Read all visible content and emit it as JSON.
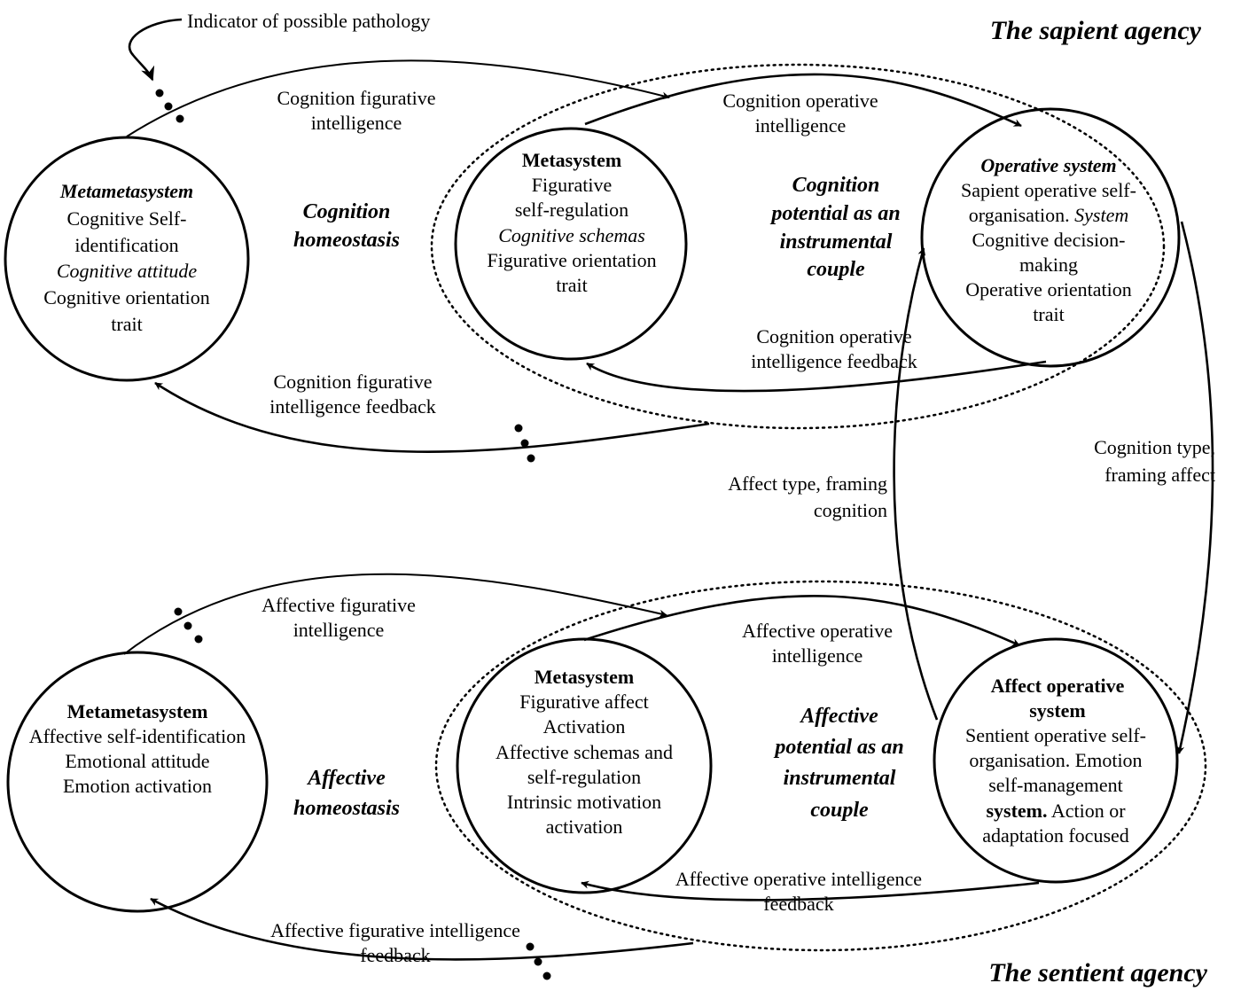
{
  "title_top": "The sapient agency",
  "title_bottom": "The sentient agency",
  "indicator_label": "Indicator of possible pathology",
  "sapient": {
    "metametasystem": [
      "Metametasystem",
      "Cognitive Self-",
      "identification",
      "Cognitive attitude",
      "Cognitive orientation",
      "trait"
    ],
    "metasystem": [
      "Metasystem",
      "Figurative",
      "self-regulation",
      "Cognitive schemas",
      "Figurative orientation",
      "trait"
    ],
    "operative_system": [
      "Operative system",
      "Sapient operative self-",
      "organisation.",
      "System",
      "Cognitive decision-",
      "making",
      "Operative orientation",
      "trait"
    ],
    "homeostasis": [
      "Cognition",
      "homeostasis"
    ],
    "couple": [
      "Cognition",
      "potential as an",
      "instrumental",
      "couple"
    ],
    "figurative_intelligence": [
      "Cognition figurative",
      "intelligence"
    ],
    "operative_intelligence": [
      "Cognition operative",
      "intelligence"
    ],
    "operative_feedback": [
      "Cognition operative",
      "intelligence feedback"
    ],
    "figurative_feedback": [
      "Cognition figurative",
      "intelligence feedback"
    ]
  },
  "sentient": {
    "metametasystem": [
      "Metametasystem",
      "Affective self-identification",
      "Emotional attitude",
      "Emotion activation"
    ],
    "metasystem": [
      "Metasystem",
      "Figurative affect",
      "Activation",
      "Affective schemas and",
      "self-regulation",
      "Intrinsic motivation",
      "activation"
    ],
    "operative_system": [
      "Affect operative",
      "system",
      "Sentient operative self-",
      "organisation. Emotion",
      "self-management",
      "system.",
      "Action or",
      "adaptation focused"
    ],
    "homeostasis": [
      "Affective",
      "homeostasis"
    ],
    "couple": [
      "Affective",
      "potential as an",
      "instrumental",
      "couple"
    ],
    "figurative_intelligence": [
      "Affective figurative",
      "intelligence"
    ],
    "operative_intelligence": [
      "Affective operative",
      "intelligence"
    ],
    "operative_feedback": [
      "Affective operative intelligence",
      "feedback"
    ],
    "figurative_feedback": [
      "Affective figurative intelligence",
      "feedback"
    ]
  },
  "cross_links": {
    "affect_type": [
      "Affect type, framing",
      "cognition"
    ],
    "cognition_type": [
      "Cognition type,",
      "framing affect"
    ]
  }
}
